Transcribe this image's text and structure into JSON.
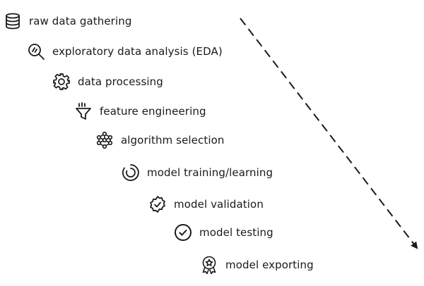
{
  "steps": [
    {
      "label": "raw data gathering",
      "icon": "database-icon"
    },
    {
      "label": "exploratory data analysis (EDA)",
      "icon": "magnifier-icon"
    },
    {
      "label": "data processing",
      "icon": "gear-icon"
    },
    {
      "label": "feature engineering",
      "icon": "funnel-icon"
    },
    {
      "label": "algorithm selection",
      "icon": "network-icon"
    },
    {
      "label": "model training/learning",
      "icon": "progress-circle-icon"
    },
    {
      "label": "model validation",
      "icon": "verified-badge-icon"
    },
    {
      "label": "model testing",
      "icon": "check-circle-icon"
    },
    {
      "label": "model exporting",
      "icon": "award-ribbon-icon"
    }
  ],
  "arrow": {
    "style": "dashed",
    "direction": "down-right",
    "color": "#1a1a1a"
  }
}
